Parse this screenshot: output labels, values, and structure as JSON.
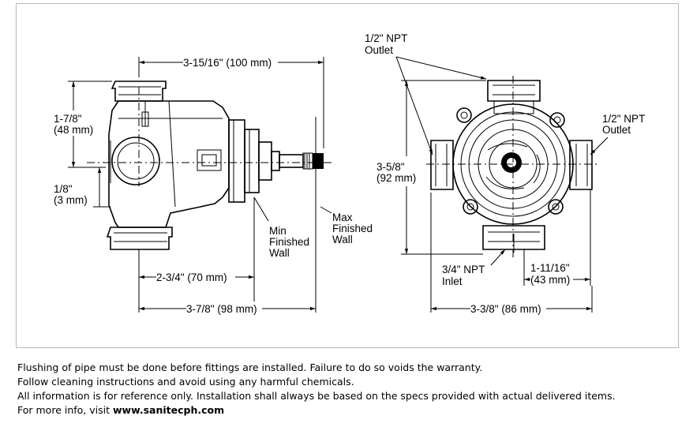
{
  "labels": {
    "top_width": "3-15/16\" (100 mm)",
    "height_1": "1-7/8\"",
    "height_1_mm": "(48 mm)",
    "offset_1": "1/8\"",
    "offset_1_mm": "(3 mm)",
    "min_wall_1": "Min",
    "min_wall_2": "Finished",
    "min_wall_3": "Wall",
    "max_wall_1": "Max",
    "max_wall_2": "Finished",
    "max_wall_3": "Wall",
    "dim_70": "2-3/4\" (70 mm)",
    "dim_98": "3-7/8\" (98 mm)",
    "outlet_top_1": "1/2\" NPT",
    "outlet_top_2": "Outlet",
    "outlet_right_1": "1/2\" NPT",
    "outlet_right_2": "Outlet",
    "height_2": "3-5/8\"",
    "height_2_mm": "(92 mm)",
    "inlet_1": "3/4\" NPT",
    "inlet_2": "Inlet",
    "dim_43_a": "1-11/16\"",
    "dim_43_b": "(43 mm)",
    "dim_86": "3-3/8\" (86 mm)"
  },
  "notes": {
    "line1": "Flushing of pipe must be done before fittings are installed. Failure to do so voids the warranty.",
    "line2": "Follow cleaning instructions and avoid using any harmful chemicals.",
    "line3": "All information is for reference only. Installation shall always be based on the specs provided with actual delivered items.",
    "line4_prefix": "For more info, visit ",
    "line4_link": "www.sanitecph.com"
  }
}
